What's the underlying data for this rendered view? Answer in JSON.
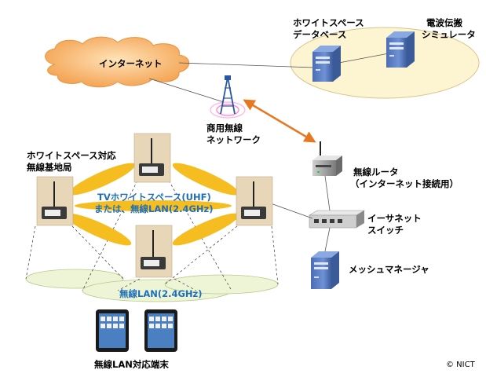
{
  "labels": {
    "internet": "インターネット",
    "ws_db_line1": "ホワイトスペース",
    "ws_db_line2": "データベース",
    "sim_line1": "電波伝搬",
    "sim_line2": "シミュレータ",
    "commercial_line1": "商用無線",
    "commercial_line2": "ネットワーク",
    "base_station_line1": "ホワイトスペース対応",
    "base_station_line2": "無線基地局",
    "router_line1": "無線ルータ",
    "router_line2": "（インターネット接続用）",
    "switch_line1": "イーサネット",
    "switch_line2": "スイッチ",
    "mesh_manager": "メッシュマネージャ",
    "tvws_line1": "TVホワイトスペース(UHF)",
    "tvws_line2": "または、無線LAN(2.4GHz)",
    "wlan": "無線LAN(2.4GHz)",
    "terminals": "無線LAN対応端末",
    "copyright": "© NICT"
  },
  "colors": {
    "cloud": "#f5a04a",
    "db_ellipse": "#fdf4d2",
    "lan_ellipse": "#eef5d7",
    "beam": "#f5bd1f",
    "arrow": "#e87722",
    "text_blue": "#1f6fb8",
    "server": "#5b7ec2"
  },
  "icons": {
    "cloud": "cloud-icon",
    "server": "server-icon",
    "tower": "antenna-tower-icon",
    "router": "wireless-router-icon",
    "switch": "ethernet-switch-icon",
    "base_station": "base-station-device-icon",
    "tablet": "tablet-icon"
  }
}
